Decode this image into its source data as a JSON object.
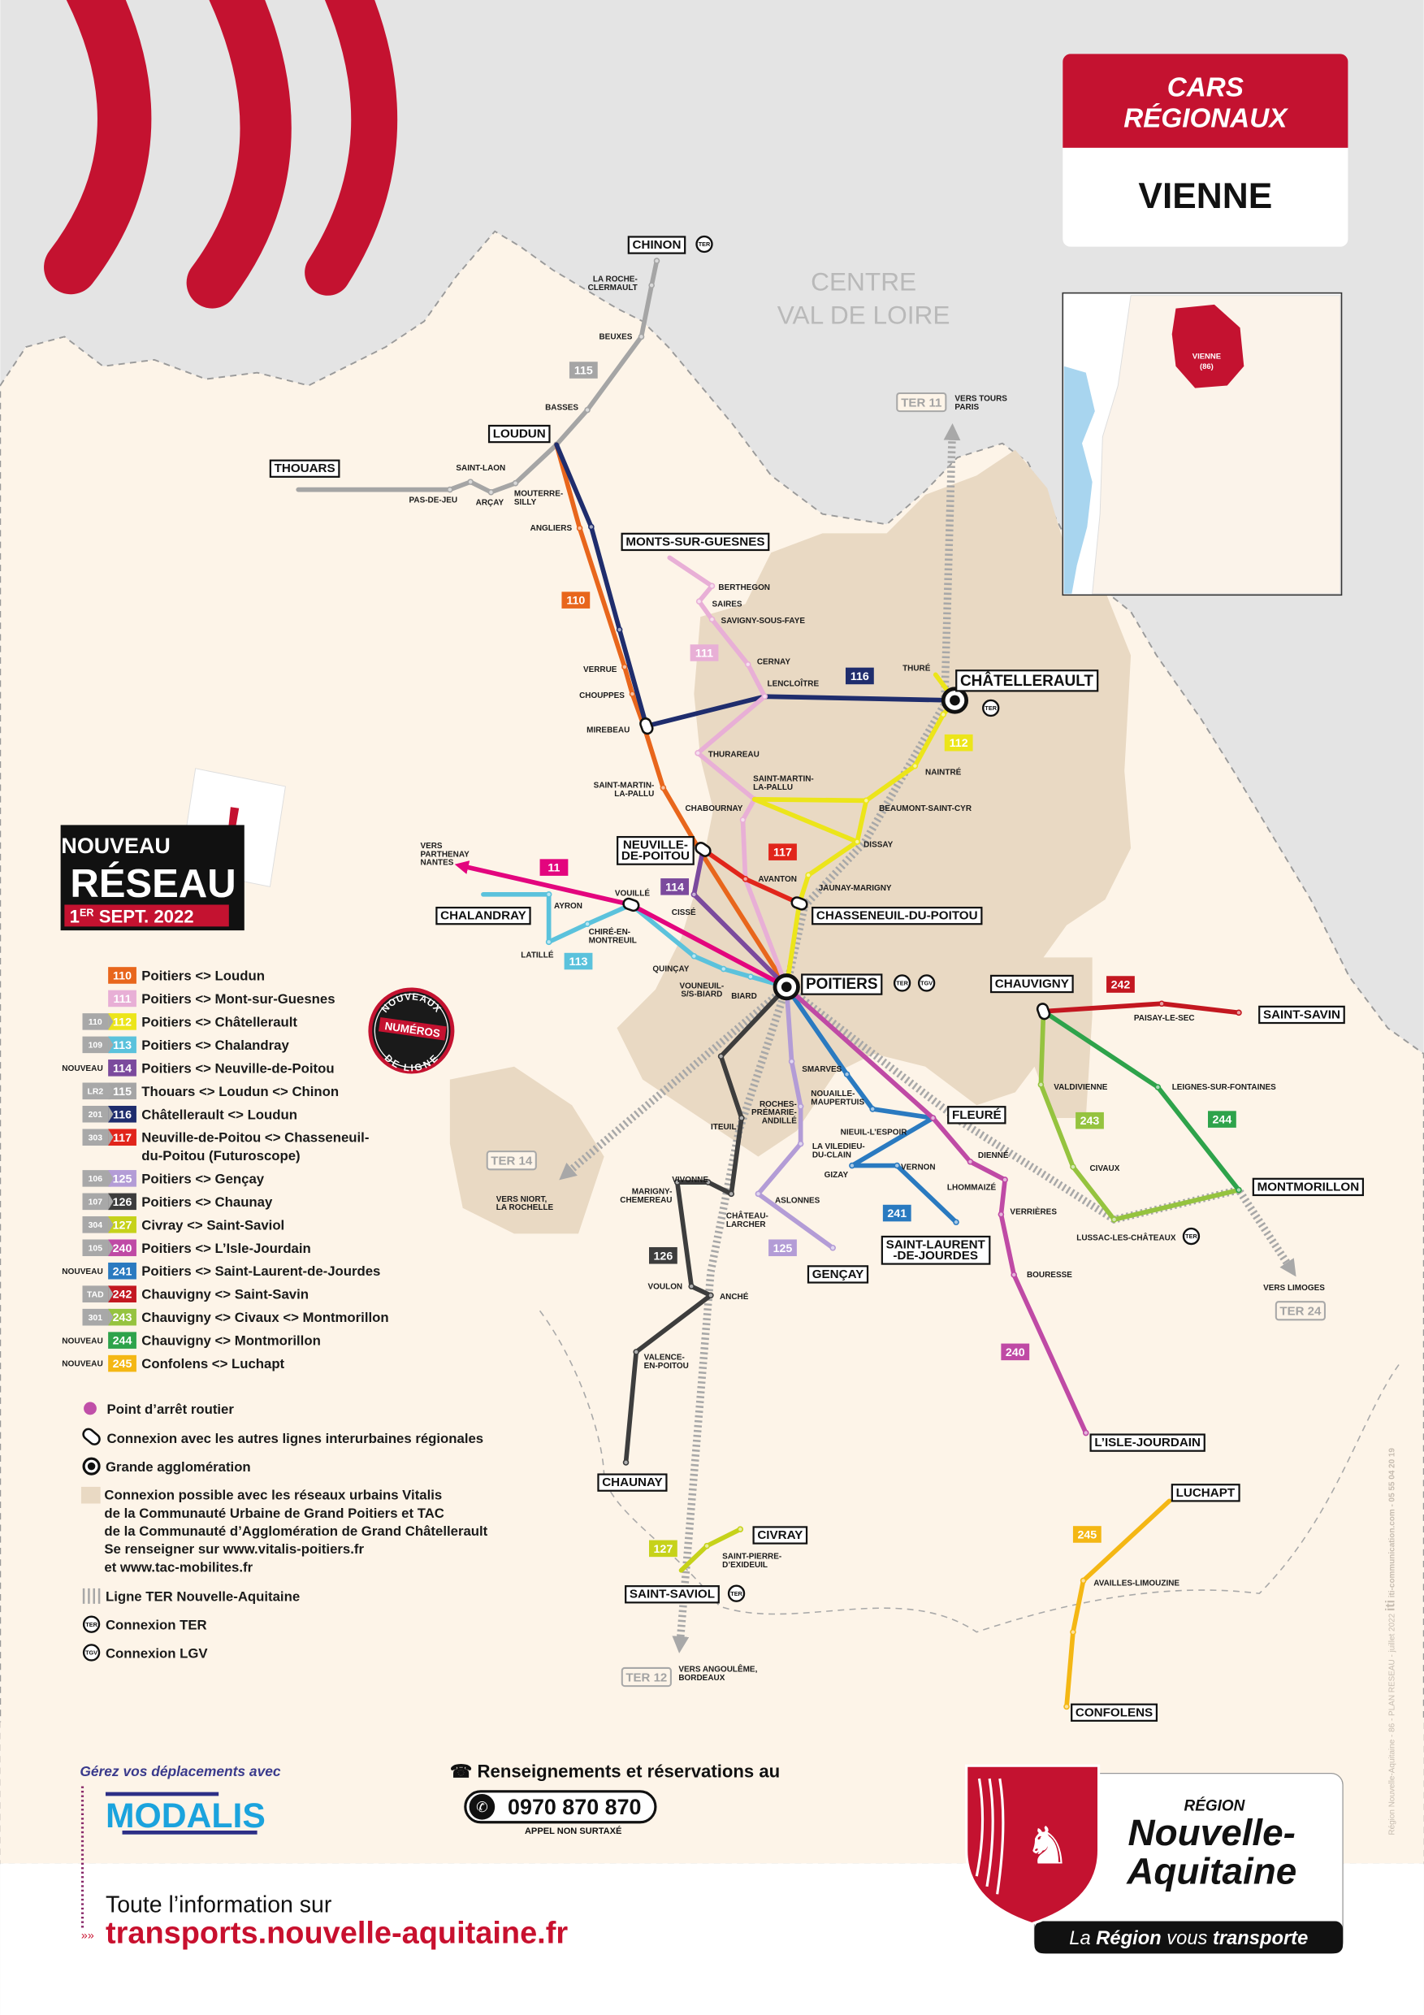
{
  "header": {
    "title_line1": "CARS",
    "title_line2": "RÉGIONAUX",
    "department": "VIENNE"
  },
  "inset": {
    "label_line1": "VIENNE",
    "label_line2": "(86)"
  },
  "region_label": {
    "line1": "CENTRE",
    "line2": "VAL DE LOIRE"
  },
  "badge": {
    "line1": "NOUVEAU",
    "line2": "RÉSEAU",
    "date_day": "1",
    "date_sup": "ER",
    "date_rest": " SEPT. 2022",
    "exclamation": "!"
  },
  "seal": {
    "top": "NOUVEAUX",
    "middle": "NUMÉROS",
    "bottom": "DE LIGNE"
  },
  "colors": {
    "brand_red": "#c41230",
    "cream": "#fdf4e8",
    "urban": "#e9d9c3",
    "outside": "#e4e4e4",
    "ter": "#a8a8a8"
  },
  "nouveau_label": "NOUVEAU",
  "lines": [
    {
      "number": "110",
      "old": "",
      "nouveau": false,
      "color": "#e8661c",
      "label": "Poitiers <>  Loudun"
    },
    {
      "number": "111",
      "old": "",
      "nouveau": false,
      "color": "#e8afd6",
      "label": "Poitiers <> Mont-sur-Guesnes"
    },
    {
      "number": "112",
      "old": "110",
      "nouveau": false,
      "color": "#ece51a",
      "label": "Poitiers <> Châtellerault"
    },
    {
      "number": "113",
      "old": "109",
      "nouveau": false,
      "color": "#5bc2dc",
      "label": "Poitiers <> Chalandray"
    },
    {
      "number": "114",
      "old": "",
      "nouveau": true,
      "color": "#7b4a9d",
      "label": "Poitiers <> Neuville-de-Poitou"
    },
    {
      "number": "115",
      "old": "LR2",
      "nouveau": false,
      "color": "#a5a5a5",
      "label": "Thouars <> Loudun <> Chinon"
    },
    {
      "number": "116",
      "old": "201",
      "nouveau": false,
      "color": "#1f2d6d",
      "label": "Châtellerault <> Loudun"
    },
    {
      "number": "117",
      "old": "303",
      "nouveau": false,
      "color": "#e1251b",
      "label": "Neuville-de-Poitou <> Chasseneuil-\ndu-Poitou (Futuroscope)"
    },
    {
      "number": "125",
      "old": "106",
      "nouveau": false,
      "color": "#b39cd6",
      "label": "Poitiers <> Gençay"
    },
    {
      "number": "126",
      "old": "107",
      "nouveau": false,
      "color": "#3d3d3d",
      "label": "Poitiers <> Chaunay"
    },
    {
      "number": "127",
      "old": "304",
      "nouveau": false,
      "color": "#c6d21a",
      "label": "Civray <> Saint-Saviol"
    },
    {
      "number": "240",
      "old": "105",
      "nouveau": false,
      "color": "#bf4aa5",
      "label": "Poitiers <> L’Isle-Jourdain"
    },
    {
      "number": "241",
      "old": "",
      "nouveau": true,
      "color": "#2a7ac0",
      "label": "Poitiers <> Saint-Laurent-de-Jourdes"
    },
    {
      "number": "242",
      "old": "TAD",
      "nouveau": false,
      "color": "#c31720",
      "label": "Chauvigny <> Saint-Savin"
    },
    {
      "number": "243",
      "old": "301",
      "nouveau": false,
      "color": "#95c33f",
      "label": "Chauvigny <> Civaux <> Montmorillon"
    },
    {
      "number": "244",
      "old": "",
      "nouveau": true,
      "color": "#2ea34b",
      "label": "Chauvigny <> Montmorillon"
    },
    {
      "number": "245",
      "old": "",
      "nouveau": true,
      "color": "#f4b714",
      "label": "Confolens <> Luchapt"
    }
  ],
  "extra_line": {
    "number": "11",
    "color": "#e3057e"
  },
  "symbols": {
    "stop": "Point d’arrêt routier",
    "connection": "Connexion avec les autres lignes interurbaines régionales",
    "agglomeration": "Grande agglomération",
    "urban": [
      "Connexion possible avec les réseaux urbains Vitalis",
      "de la Communauté Urbaine de Grand Poitiers et TAC",
      "de la Communauté d’Agglomération de Grand Châtellerault",
      "Se renseigner sur www.vitalis-poitiers.fr",
      "et www.tac-mobilites.fr"
    ],
    "ter_line": "Ligne TER Nouvelle-Aquitaine",
    "ter": "Connexion TER",
    "lgv": "Connexion LGV",
    "ter_icon": "TER",
    "tgv_icon": "TGV"
  },
  "map": {
    "cities": [
      "CHINON",
      "LOUDUN",
      "THOUARS",
      "MONTS-SUR-GUESNES",
      "CHÂTELLERAULT",
      "NEUVILLE-\nDE-POITOU",
      "CHALANDRAY",
      "CHASSENEUIL-DU-POITOU",
      "POITIERS",
      "CHAUVIGNY",
      "SAINT-SAVIN",
      "FLEURÉ",
      "MONTMORILLON",
      "SAINT-LAURENT\n-DE-JOURDES",
      "GENÇAY",
      "L’ISLE-JOURDAIN",
      "LUCHAPT",
      "CHAUNAY",
      "CIVRAY",
      "SAINT-SAVIOL",
      "CONFOLENS"
    ],
    "stops": [
      "LA ROCHE-\nCLERMAULT",
      "BEUXES",
      "BASSES",
      "SAINT-LAON",
      "PAS-DE-JEU",
      "ARÇAY",
      "MOUTERRE-\nSILLY",
      "ANGLIERS",
      "BERTHEGON",
      "SAIRES",
      "SAVIGNY-SOUS-FAYE",
      "CERNAY",
      "LENCLOÎTRE",
      "THURÉ",
      "VERRUE",
      "CHOUPPES",
      "MIREBEAU",
      "THURAREAU",
      "SAINT-MARTIN-\nLA-PALLU",
      "NAINTRÉ",
      "BEAUMONT-SAINT-CYR",
      "SAINT-MARTIN-\nLA-PALLU",
      "CHABOURNAY",
      "DISSAY",
      "AVANTON",
      "JAUNAY-MARIGNY",
      "VOUILLÉ",
      "AYRON",
      "CISSÉ",
      "CHIRÉ-EN-\nMONTREUIL",
      "LATILLÉ",
      "QUINÇAY",
      "VOUNEUIL-\nS/S-BIARD",
      "BIARD",
      "SMARVES",
      "ROCHES-\nPRÉMARIE-\nANDILLÉ",
      "NOUAILLE-\nMAUPERTUIS",
      "ITEUIL",
      "NIEUIL-L’ESPOIR",
      "LA VILEDIEU-\nDU-CLAIN",
      "GIZAY",
      "VERNON",
      "DIENNÉ",
      "LHOMMAIZÉ",
      "VERRIÈRES",
      "VIVONNE",
      "MARIGNY-\nCHEMEREAU",
      "ASLONNES",
      "CHÂTEAU-\nLARCHER",
      "PAISAY-LE-SEC",
      "VALDIVIENNE",
      "LEIGNES-SUR-FONTAINES",
      "CIVAUX",
      "LUSSAC-LES-CHÂTEAUX",
      "BOURESSE",
      "VOULON",
      "ANCHÉ",
      "VALENCE-\nEN-POITOU",
      "SAINT-PIERRE-\nD’EXIDEUIL",
      "AVAILLES-LIMOUZINE"
    ],
    "destinations": [
      "VERS TOURS\nPARIS",
      "VERS\nPARTHENAY\nNANTES",
      "VERS NIORT,\nLA ROCHELLE",
      "VERS ANGOULÊME,\nBORDEAUX",
      "VERS LIMOGES"
    ],
    "ter_lines": [
      "TER 11",
      "TER 14",
      "TER 12",
      "TER 24"
    ]
  },
  "footer": {
    "modalis_intro": "Gérez vos déplacements avec",
    "modalis_logo": "MODALIS",
    "info_heading": "Renseignements et réservations au",
    "phone": "0970 870 870",
    "phone_note": "APPEL NON SURTAXÉ",
    "info_line": "Toute l’information sur",
    "website": "transports.nouvelle-aquitaine.fr",
    "region_small": "RÉGION",
    "region_name1": "Nouvelle-",
    "region_name2": "Aquitaine",
    "tagline_1": "La ",
    "tagline_2": "Région",
    "tagline_3": " vous ",
    "tagline_4": "transporte",
    "credits": "Région Nouvelle-Aquitaine - 86 - PLAN RESEAU - juillet 2022",
    "credits_brand": "iti",
    "credits_contact": "iti-communication.com - 05 55 04 20 19"
  }
}
